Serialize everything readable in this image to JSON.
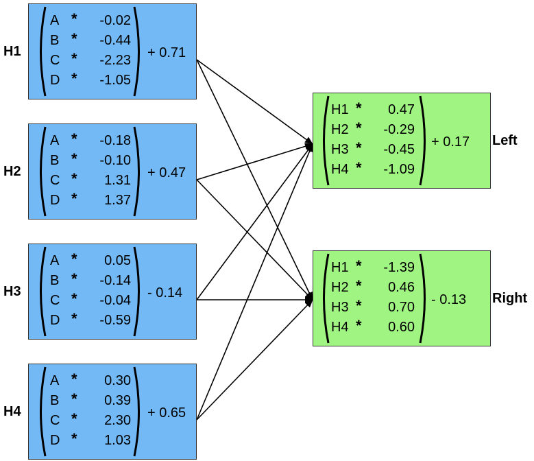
{
  "hidden_nodes": [
    {
      "label": "H1",
      "bias": "+ 0.71",
      "terms": [
        {
          "var": "A",
          "op": "*",
          "coef": "-0.02"
        },
        {
          "var": "B",
          "op": "*",
          "coef": "-0.44"
        },
        {
          "var": "C",
          "op": "*",
          "coef": "-2.23"
        },
        {
          "var": "D",
          "op": "*",
          "coef": "-1.05"
        }
      ]
    },
    {
      "label": "H2",
      "bias": "+ 0.47",
      "terms": [
        {
          "var": "A",
          "op": "*",
          "coef": "-0.18"
        },
        {
          "var": "B",
          "op": "*",
          "coef": "-0.10"
        },
        {
          "var": "C",
          "op": "*",
          "coef": "1.31"
        },
        {
          "var": "D",
          "op": "*",
          "coef": "1.37"
        }
      ]
    },
    {
      "label": "H3",
      "bias": "- 0.14",
      "terms": [
        {
          "var": "A",
          "op": "*",
          "coef": "0.05"
        },
        {
          "var": "B",
          "op": "*",
          "coef": "-0.14"
        },
        {
          "var": "C",
          "op": "*",
          "coef": "-0.04"
        },
        {
          "var": "D",
          "op": "*",
          "coef": "-0.59"
        }
      ]
    },
    {
      "label": "H4",
      "bias": "+ 0.65",
      "terms": [
        {
          "var": "A",
          "op": "*",
          "coef": "0.30"
        },
        {
          "var": "B",
          "op": "*",
          "coef": "0.39"
        },
        {
          "var": "C",
          "op": "*",
          "coef": "2.30"
        },
        {
          "var": "D",
          "op": "*",
          "coef": "1.03"
        }
      ]
    }
  ],
  "output_nodes": [
    {
      "label": "Left",
      "bias": "+ 0.17",
      "terms": [
        {
          "var": "H1",
          "op": "*",
          "coef": "0.47"
        },
        {
          "var": "H2",
          "op": "*",
          "coef": "-0.29"
        },
        {
          "var": "H3",
          "op": "*",
          "coef": "-0.45"
        },
        {
          "var": "H4",
          "op": "*",
          "coef": "-1.09"
        }
      ]
    },
    {
      "label": "Right",
      "bias": "- 0.13",
      "terms": [
        {
          "var": "H1",
          "op": "*",
          "coef": "-1.39"
        },
        {
          "var": "H2",
          "op": "*",
          "coef": "0.46"
        },
        {
          "var": "H3",
          "op": "*",
          "coef": "0.70"
        },
        {
          "var": "H4",
          "op": "*",
          "coef": "0.60"
        }
      ]
    }
  ],
  "colors": {
    "hidden_fill": "#72b9f6",
    "output_fill": "#a0f482",
    "edge": "#000000"
  }
}
